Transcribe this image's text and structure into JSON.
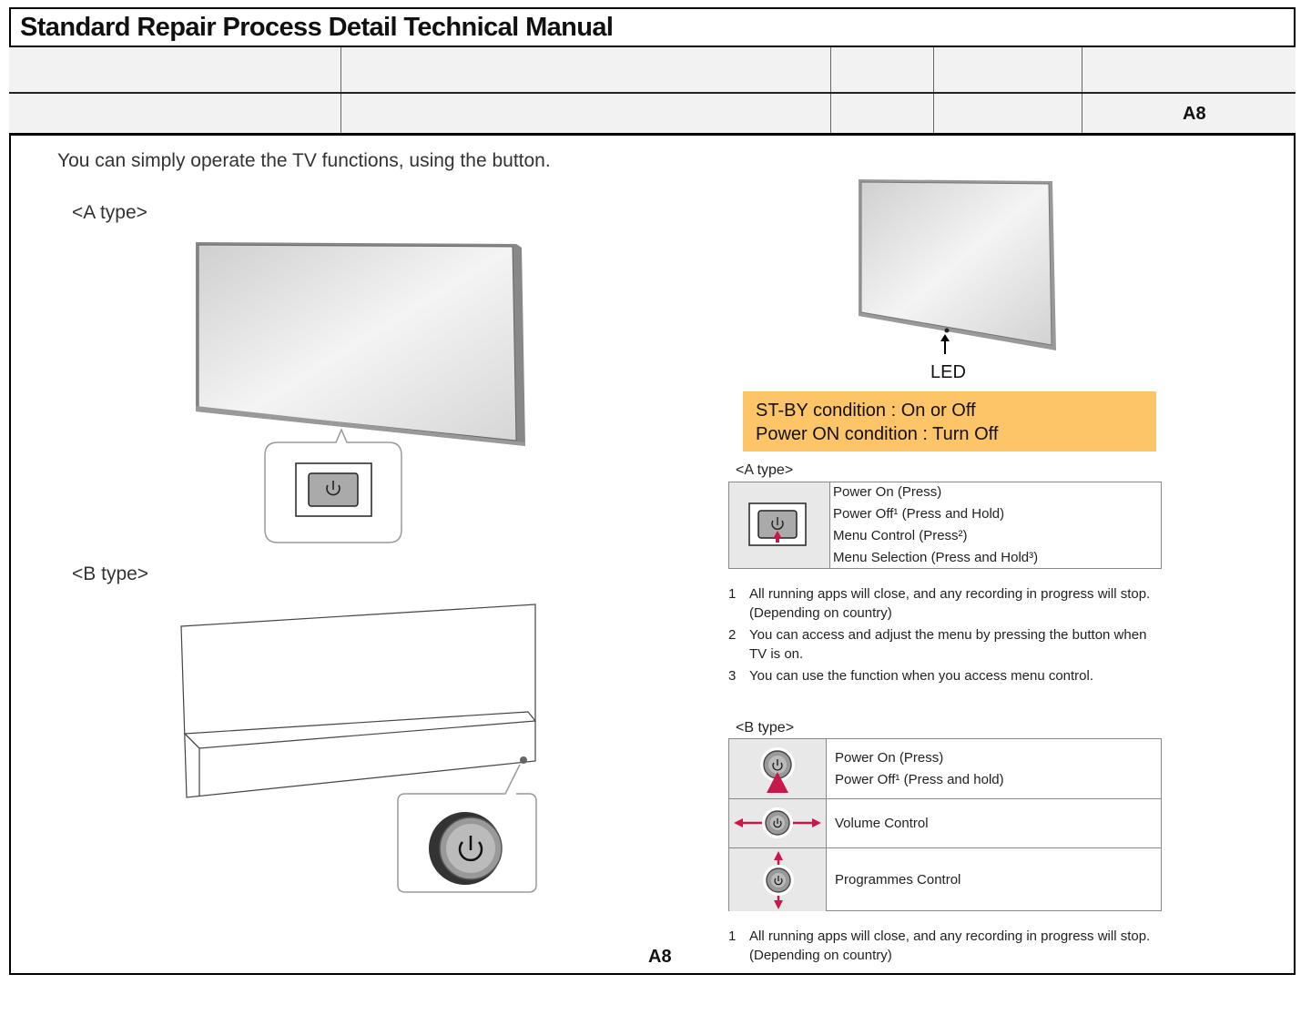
{
  "header": {
    "title": "Standard Repair Process Detail Technical Manual",
    "code": "A8"
  },
  "content": {
    "intro": "You can simply operate the TV functions, using the button.",
    "a_type_label": "<A type>",
    "b_type_label": "<B type>",
    "led_label": "LED",
    "note": {
      "line1": "ST-BY condition : On or Off",
      "line2": "Power ON condition : Turn Off"
    },
    "table_a": {
      "label": "<A type>",
      "items": [
        "Power On (Press)",
        "Power Off¹ (Press and Hold)",
        "Menu Control (Press²)",
        "Menu Selection (Press and Hold³)"
      ]
    },
    "footnotes_a": [
      {
        "n": "1",
        "text": "All running apps will close, and any recording in progress will stop. (Depending on country)"
      },
      {
        "n": "2",
        "text": "You can access and adjust the menu by pressing the button when TV is on."
      },
      {
        "n": "3",
        "text": "You can use the function when you access menu control."
      }
    ],
    "table_b": {
      "label": "<B type>",
      "row1": [
        "Power On (Press)",
        "Power Off¹ (Press and hold)"
      ],
      "row2": "Volume Control",
      "row3": "Programmes Control"
    },
    "footnotes_b": [
      {
        "n": "1",
        "text": "All running apps will close, and any recording in progress will stop. (Depending on country)"
      }
    ]
  },
  "footer": {
    "page": "A8"
  },
  "colors": {
    "note_bg": "#fdc567",
    "arrow": "#c8184a"
  }
}
